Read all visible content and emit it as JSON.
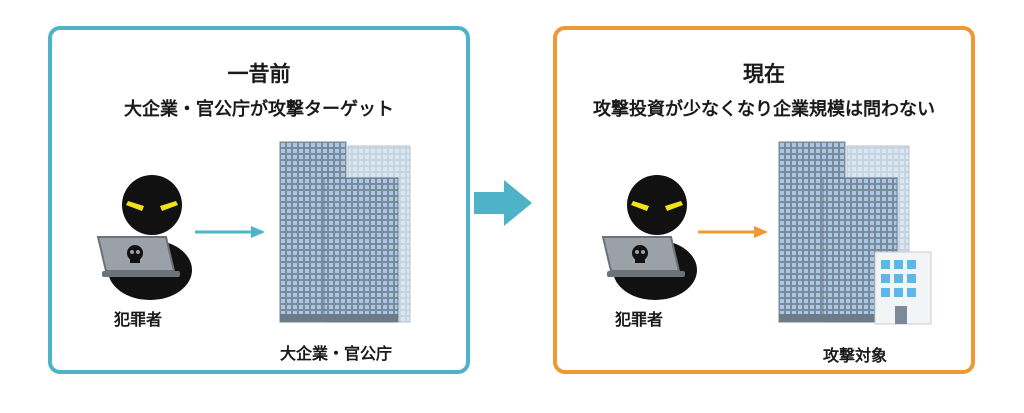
{
  "before": {
    "title": "一昔前",
    "subtitle": "大企業・官公庁が攻撃ターゲット",
    "attacker_label": "犯罪者",
    "target_label": "大企業・官公庁"
  },
  "now": {
    "title": "現在",
    "subtitle": "攻撃投資が少なくなり企業規模は問わない",
    "attacker_label": "犯罪者",
    "target_label": "攻撃対象"
  },
  "colors": {
    "before_accent": "#4fb3c7",
    "now_accent": "#ee9933",
    "transition_arrow": "#4fb3c7"
  },
  "icons": {
    "attacker": "hacker-with-laptop-icon",
    "skull": "skull-icon",
    "buildings": "office-buildings-icon",
    "small_building": "small-office-building-icon"
  }
}
